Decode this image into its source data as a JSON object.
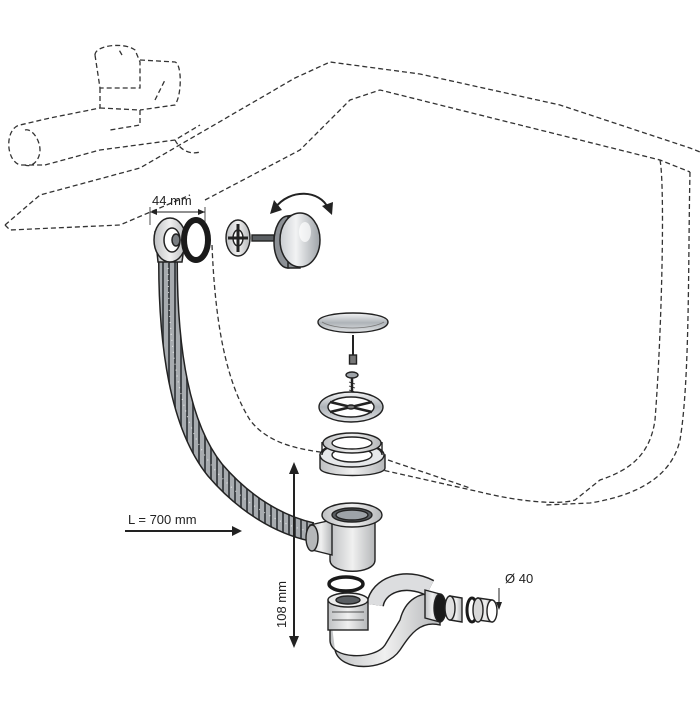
{
  "diagram": {
    "dimensions": {
      "overflow_width": "44 mm",
      "hose_length": "L = 700 mm",
      "height": "108 mm",
      "outlet_diameter": "Ø 40"
    },
    "colors": {
      "outline": "#222222",
      "metal": "#b8bcc0",
      "metal_light": "#e6e8ea",
      "plastic": "#d9dadb",
      "hose": "#8e9296",
      "gasket": "#1a1a1a"
    }
  }
}
